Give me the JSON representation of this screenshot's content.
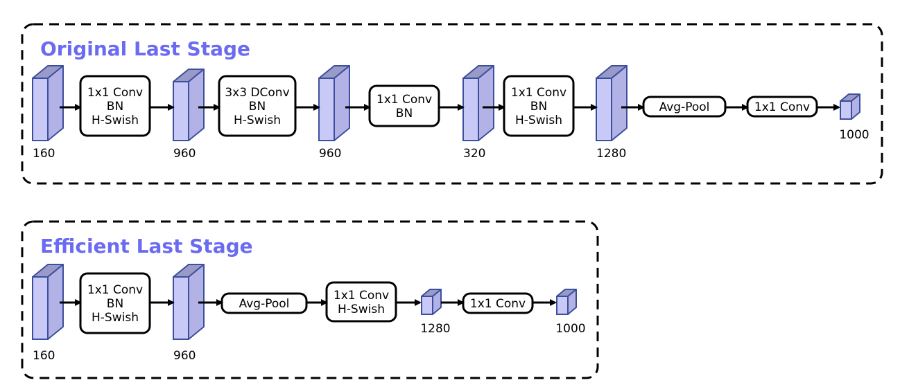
{
  "colors": {
    "title": "#6b6bf2",
    "tensor_front": "#c9c9f7",
    "tensor_top": "#9a9ac8",
    "tensor_side": "#b2b2e6",
    "tensor_stroke": "#3c4f9c"
  },
  "original": {
    "title": "Original Last Stage",
    "blocks": [
      {
        "lines": [
          "1x1 Conv",
          "BN",
          "H-Swish"
        ]
      },
      {
        "lines": [
          "3x3 DConv",
          "BN",
          "H-Swish"
        ]
      },
      {
        "lines": [
          "1x1 Conv",
          "BN"
        ]
      },
      {
        "lines": [
          "1x1 Conv",
          "BN",
          "H-Swish"
        ]
      },
      {
        "lines": [
          "Avg-Pool"
        ]
      },
      {
        "lines": [
          "1x1 Conv"
        ]
      }
    ],
    "tensors": [
      "160",
      "960",
      "960",
      "320",
      "1280",
      "1000"
    ]
  },
  "efficient": {
    "title": "Efficient Last Stage",
    "blocks": [
      {
        "lines": [
          "1x1 Conv",
          "BN",
          "H-Swish"
        ]
      },
      {
        "lines": [
          "Avg-Pool"
        ]
      },
      {
        "lines": [
          "1x1 Conv",
          "H-Swish"
        ]
      },
      {
        "lines": [
          "1x1 Conv"
        ]
      }
    ],
    "tensors": [
      "160",
      "960",
      "1280",
      "1000"
    ]
  }
}
